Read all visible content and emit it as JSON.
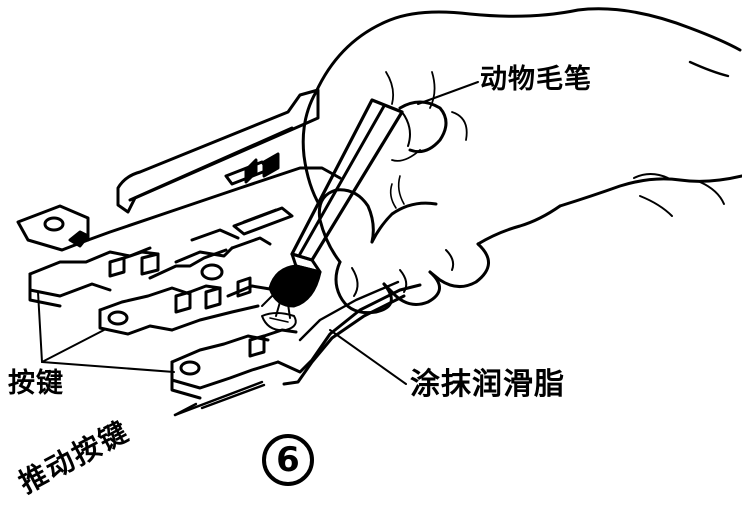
{
  "labels": {
    "brush": "动物毛笔",
    "grease": "涂抹润滑脂",
    "keys": "按键",
    "push": "推动按键"
  },
  "step_number": "6",
  "colors": {
    "ink": "#000000",
    "paper": "#ffffff"
  }
}
